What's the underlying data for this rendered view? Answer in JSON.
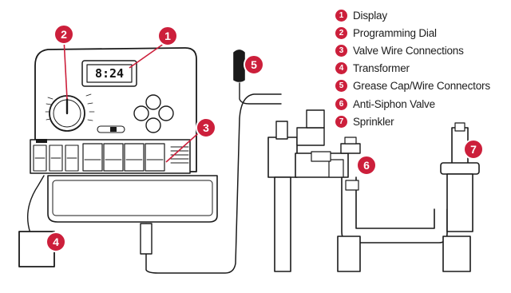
{
  "legend": [
    {
      "num": "1",
      "label": "Display"
    },
    {
      "num": "2",
      "label": "Programming Dial"
    },
    {
      "num": "3",
      "label": "Valve Wire Connections"
    },
    {
      "num": "4",
      "label": "Transformer"
    },
    {
      "num": "5",
      "label": "Grease Cap/Wire Connectors"
    },
    {
      "num": "6",
      "label": "Anti-Siphon Valve"
    },
    {
      "num": "7",
      "label": "Sprinkler"
    }
  ],
  "display_time": "8:24",
  "callouts": {
    "c1": "1",
    "c2": "2",
    "c3": "3",
    "c4": "4",
    "c5": "5",
    "c6": "6",
    "c7": "7"
  },
  "colors": {
    "accent": "#cc1f3b",
    "line": "#1a1a1a",
    "panel": "#ffffff",
    "shade": "#d9d9d9"
  }
}
